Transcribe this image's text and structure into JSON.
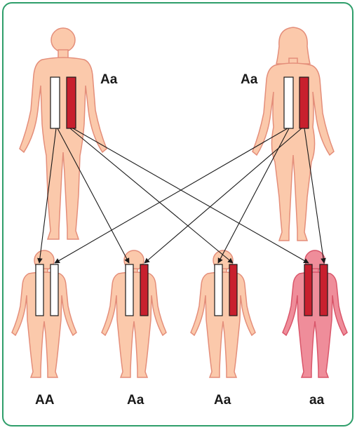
{
  "parents": {
    "father": {
      "genotype": "Aa",
      "alleles": [
        "A",
        "a"
      ]
    },
    "mother": {
      "genotype": "Aa",
      "alleles": [
        "A",
        "a"
      ]
    }
  },
  "children": [
    {
      "genotype": "AA",
      "alleles": [
        "A",
        "A"
      ],
      "affected": false
    },
    {
      "genotype": "Aa",
      "alleles": [
        "A",
        "a"
      ],
      "affected": false
    },
    {
      "genotype": "Aa",
      "alleles": [
        "A",
        "a"
      ],
      "affected": false
    },
    {
      "genotype": "aa",
      "alleles": [
        "a",
        "a"
      ],
      "affected": true
    }
  ],
  "colors": {
    "frame": "#2e9e6a",
    "skin": "#fbc9ab",
    "skin_outline": "#e48e7a",
    "affected_skin": "#ef8d9a",
    "affected_outline": "#d9566a",
    "dominant_allele": "#ffffff",
    "recessive_allele": "#c8202e",
    "arrow": "#1a1a1a"
  }
}
